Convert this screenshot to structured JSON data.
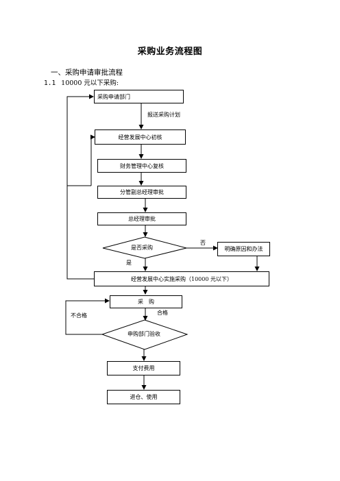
{
  "title": "采购业务流程图",
  "section": {
    "heading": "一、采购申请审批流程",
    "sub_number": "1.1",
    "sub_text": "10000 元以下采购:"
  },
  "flow": {
    "dept": "采购申请部门",
    "submit_plan": "报送采购计划",
    "initial_review": "经营发展中心初核",
    "finance_review": "财务管理中心复核",
    "deputy_approve": "分管副总经理审批",
    "gm_approve": "总经理审批",
    "decision": "是否采购",
    "no_label": "否",
    "yes_label": "是",
    "clarify": "明确原因和办法",
    "implement": "经营发展中心实施采购（10000 元以下）",
    "purchase": "采　购",
    "qualified": "合格",
    "unqualified": "不合格",
    "acceptance": "申购部门验收",
    "pay": "支付费用",
    "store": "进仓、使用"
  }
}
